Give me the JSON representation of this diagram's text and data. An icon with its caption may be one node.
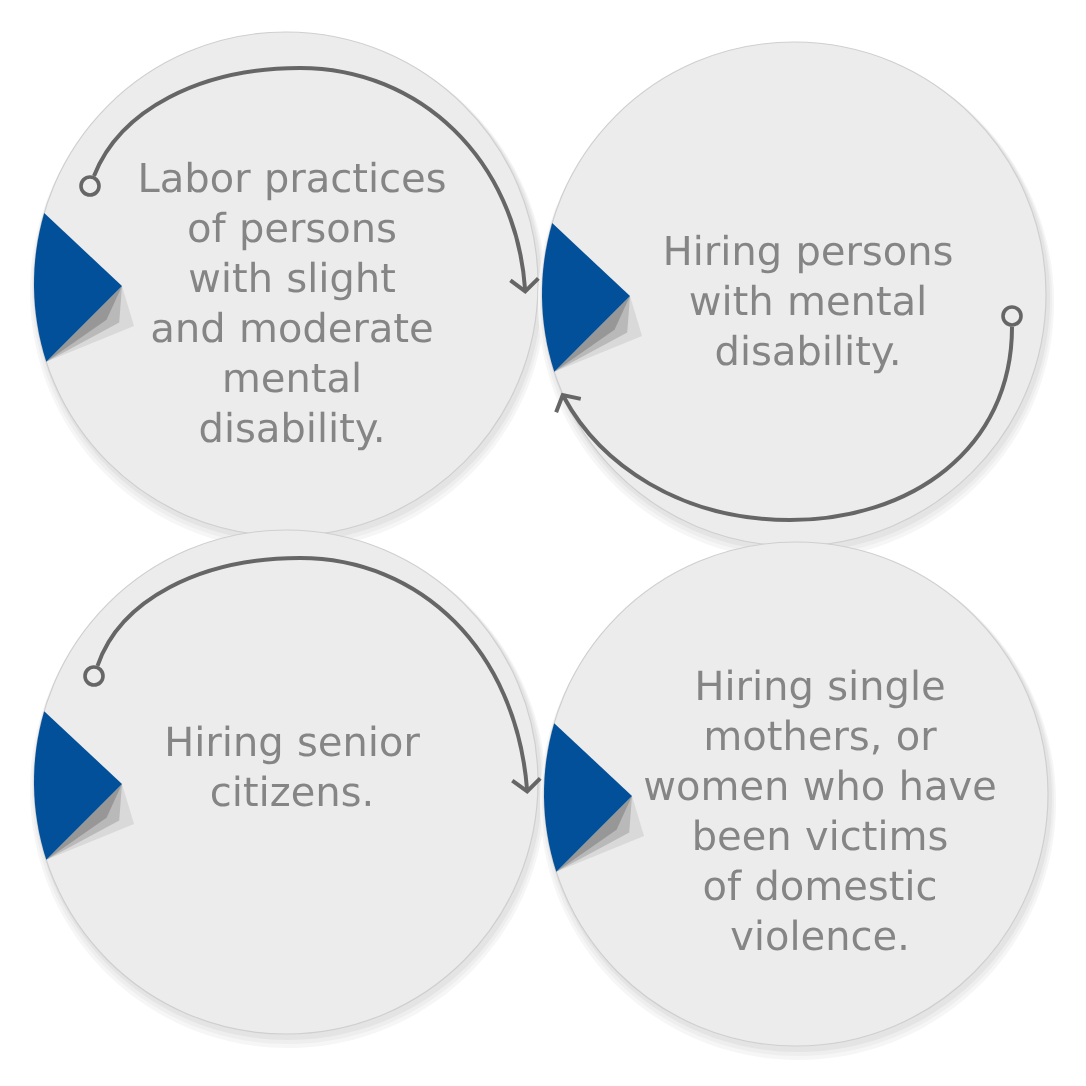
{
  "diagram": {
    "nodes": [
      {
        "text": [
          "Labor practices of persons with slight and moderate mental disability."
        ]
      },
      {
        "text": [],
        "shape": "circle",
        "in": 0
      },
      {
        "text": [
          "Hiring persons with mental disability."
        ]
      },
      {
        "text": [],
        "shape": "circle",
        "in": 2
      },
      {
        "text": [
          "Hiring senior citizens."
        ]
      },
      {
        "text": [],
        "shape": "circle",
        "in": 4
      },
      {
        "text": [
          "Hiring single mothers, or women who have been victims of domestic violence."
        ]
      }
    ],
    "edges": [
      {
        "from": 1,
        "to": 2,
        "arrow": "to"
      },
      {
        "from": 3,
        "to": 2,
        "arrow": "to"
      },
      {
        "from": 5,
        "to": 6,
        "arrow": "to"
      }
    ]
  }
}
